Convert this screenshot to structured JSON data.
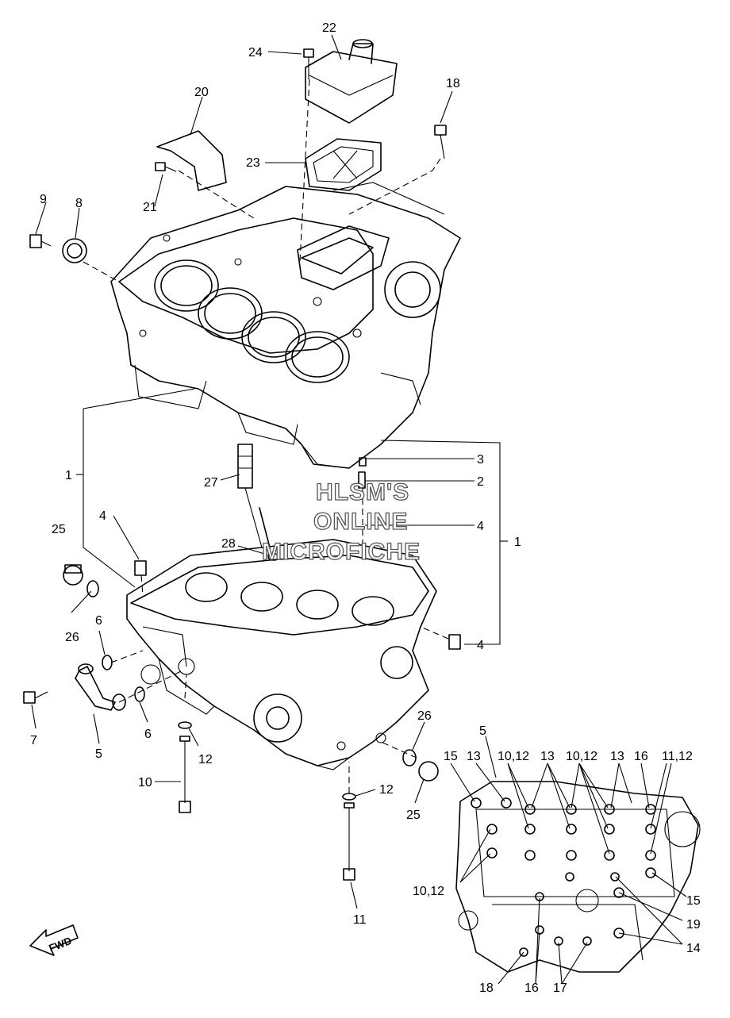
{
  "callouts": {
    "c1a": "1",
    "c1b": "1",
    "c2": "2",
    "c3": "3",
    "c4a": "4",
    "c4b": "4",
    "c4c": "4",
    "c5a": "5",
    "c5b": "5",
    "c6a": "6",
    "c6b": "6",
    "c7": "7",
    "c8": "8",
    "c9": "9",
    "c10": "10",
    "c11": "11",
    "c12a": "12",
    "c12b": "12",
    "c18a": "18",
    "c18b": "18",
    "c20": "20",
    "c21": "21",
    "c22": "22",
    "c23": "23",
    "c24": "24",
    "c25a": "25",
    "c25b": "25",
    "c26a": "26",
    "c26b": "26",
    "c27": "27",
    "c28": "28"
  },
  "detail_view": {
    "top_labels": [
      "15",
      "13",
      "10,12",
      "13",
      "10,12",
      "13",
      "16",
      "11,12"
    ],
    "left_label": "10,12",
    "right_labels": [
      "15",
      "19",
      "14"
    ],
    "bottom_labels": [
      "18",
      "16",
      "17"
    ]
  },
  "watermark": [
    "HLSM'S",
    "ONLINE",
    "MICROFICHE"
  ],
  "fwd_label": "FWD"
}
